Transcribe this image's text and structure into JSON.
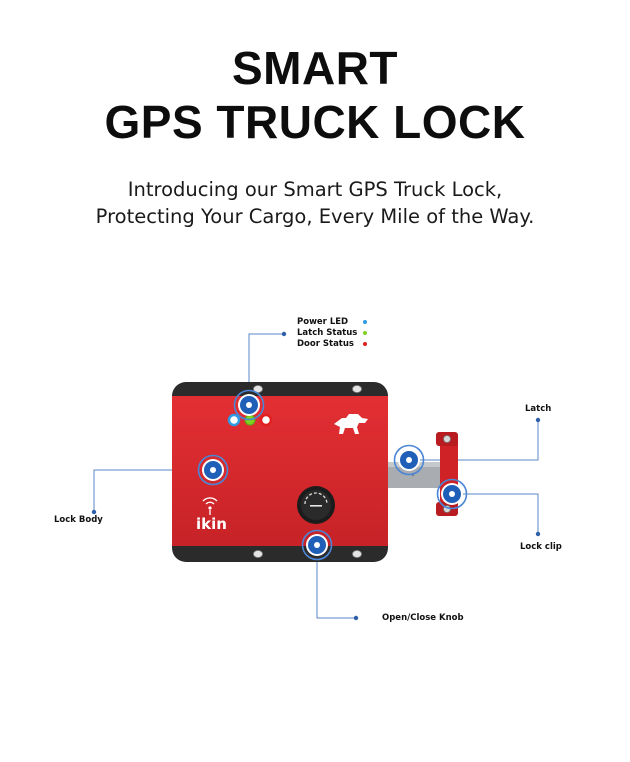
{
  "title_line1": "SMART",
  "title_line2": "GPS TRUCK LOCK",
  "subtitle_line1": "Introducing our Smart GPS Truck Lock,",
  "subtitle_line2": "Protecting Your Cargo, Every Mile of the Way.",
  "legend": [
    {
      "label": "Power LED",
      "color": "#2f9be3"
    },
    {
      "label": "Latch Status",
      "color": "#7ed321"
    },
    {
      "label": "Door Status",
      "color": "#e02020"
    }
  ],
  "callouts": {
    "latch": "Latch",
    "lock_body": "Lock Body",
    "lock_clip": "Lock clip",
    "knob": "Open/Close Knob"
  },
  "brand": "ikin",
  "colors": {
    "lock_red": "#e0282c",
    "hotspot_blue": "#1f5fb8",
    "line": "#5b87c8"
  }
}
